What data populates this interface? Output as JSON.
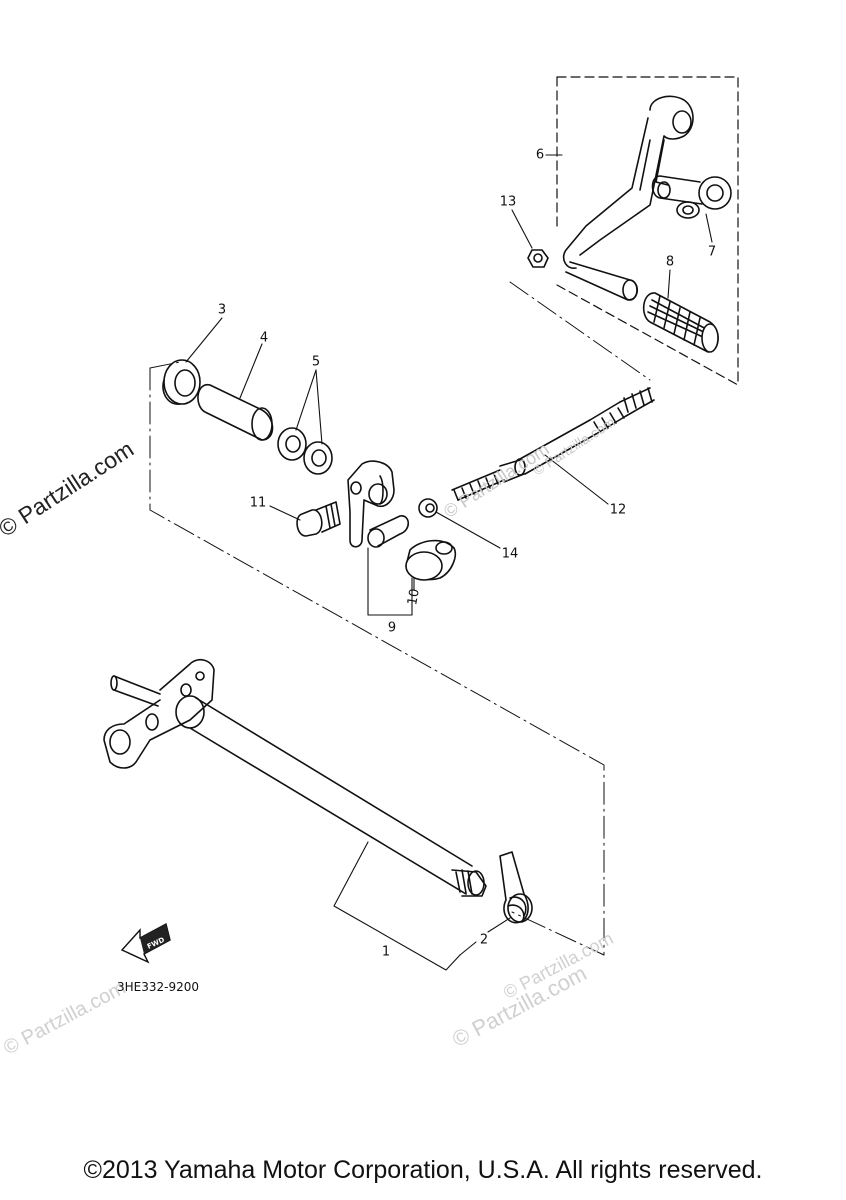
{
  "callouts": {
    "c1": "1",
    "c2": "2",
    "c3": "3",
    "c4": "4",
    "c5": "5",
    "c6": "6",
    "c7": "7",
    "c8": "8",
    "c9": "9",
    "c10": "10",
    "c11": "11",
    "c12": "12",
    "c13": "13",
    "c14": "14"
  },
  "direction_arrow": "FWD",
  "diagram_code": "3HE332-9200",
  "watermark": "© Partzilla.com",
  "copyright": "©2013 Yamaha Motor Corporation, U.S.A. All rights reserved."
}
